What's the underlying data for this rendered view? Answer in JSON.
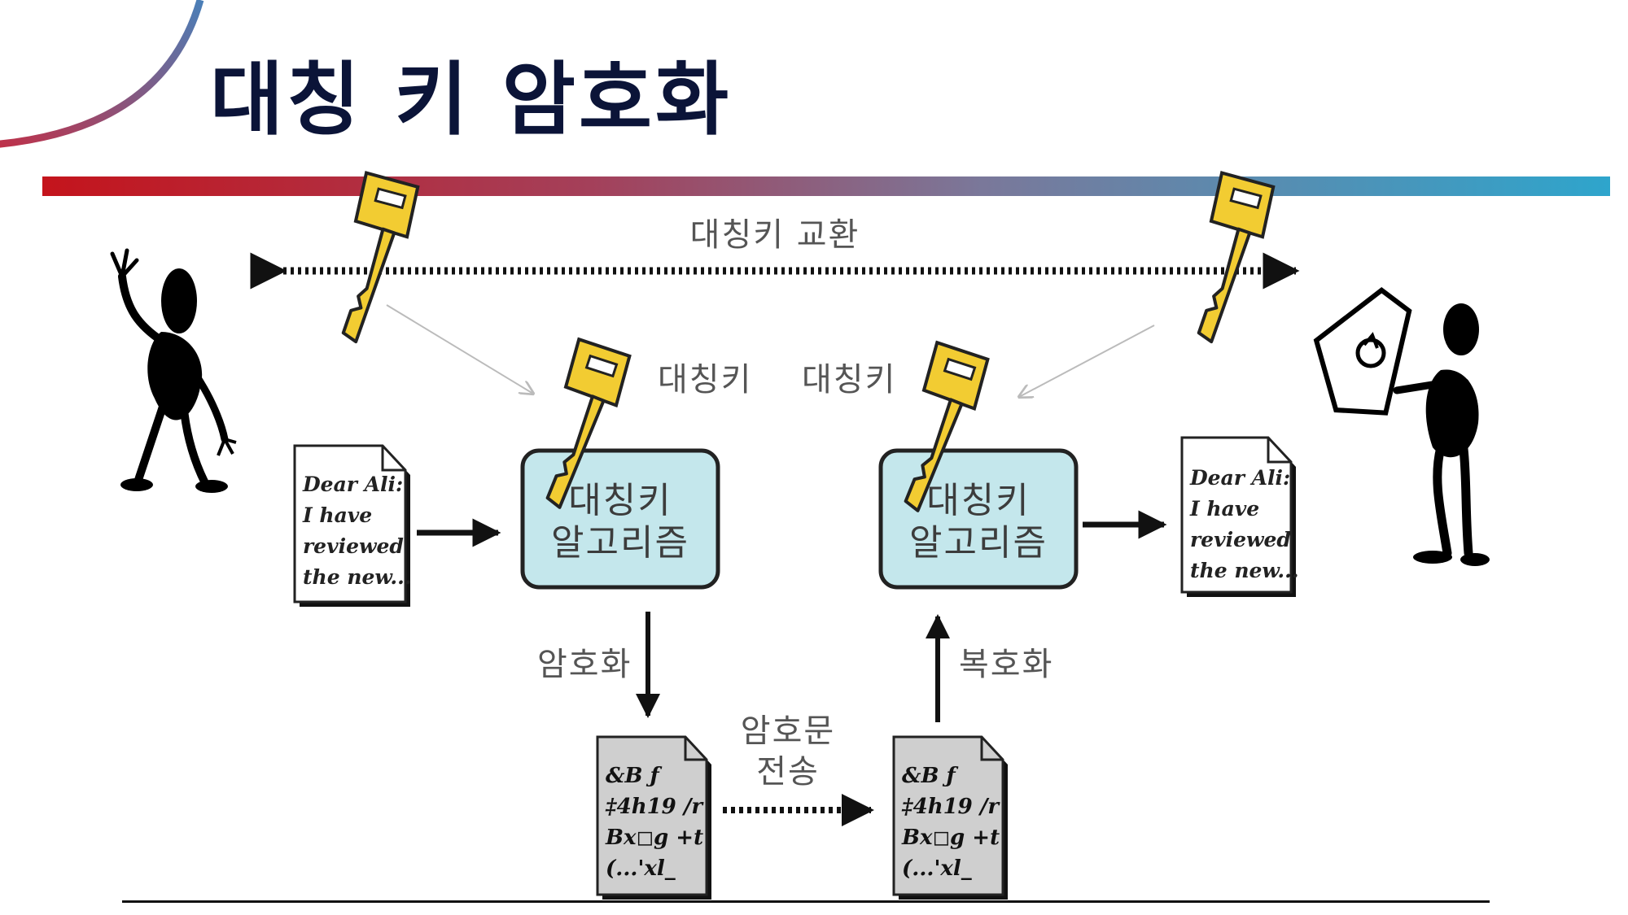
{
  "slide": {
    "title": "대칭 키 암호화"
  },
  "diagram": {
    "key_exchange_label": "대칭키 교환",
    "sender_key_label": "대칭키",
    "receiver_key_label": "대칭키",
    "encrypt_algorithm": {
      "line1": "대칭키",
      "line2": "알고리즘"
    },
    "decrypt_algorithm": {
      "line1": "대칭키",
      "line2": "알고리즘"
    },
    "encrypt_label": "암호화",
    "decrypt_label": "복호화",
    "transmit_label": {
      "line1": "암호문",
      "line2": "전송"
    },
    "plaintext_doc": [
      "Dear Ali:",
      "I have",
      "reviewed",
      "the new..."
    ],
    "plaintext_doc_received": [
      "Dear Ali:",
      "I have",
      "reviewed",
      "the new..."
    ],
    "ciphertext_doc": [
      "&B ƒ",
      "‡4h19 /r",
      "Bx◻g +t",
      "(...'xl_"
    ],
    "ciphertext_doc_received": [
      "&B ƒ",
      "‡4h19 /r",
      "Bx◻g +t",
      "(...'xl_"
    ]
  },
  "colors": {
    "title": "#0b1438",
    "key_fill": "#f2cc32",
    "algorithm_box": "#c4e7ec",
    "ciphertext_doc": "#cfcfcf",
    "bar_start": "#c4141c",
    "bar_end": "#2ea5cc"
  }
}
